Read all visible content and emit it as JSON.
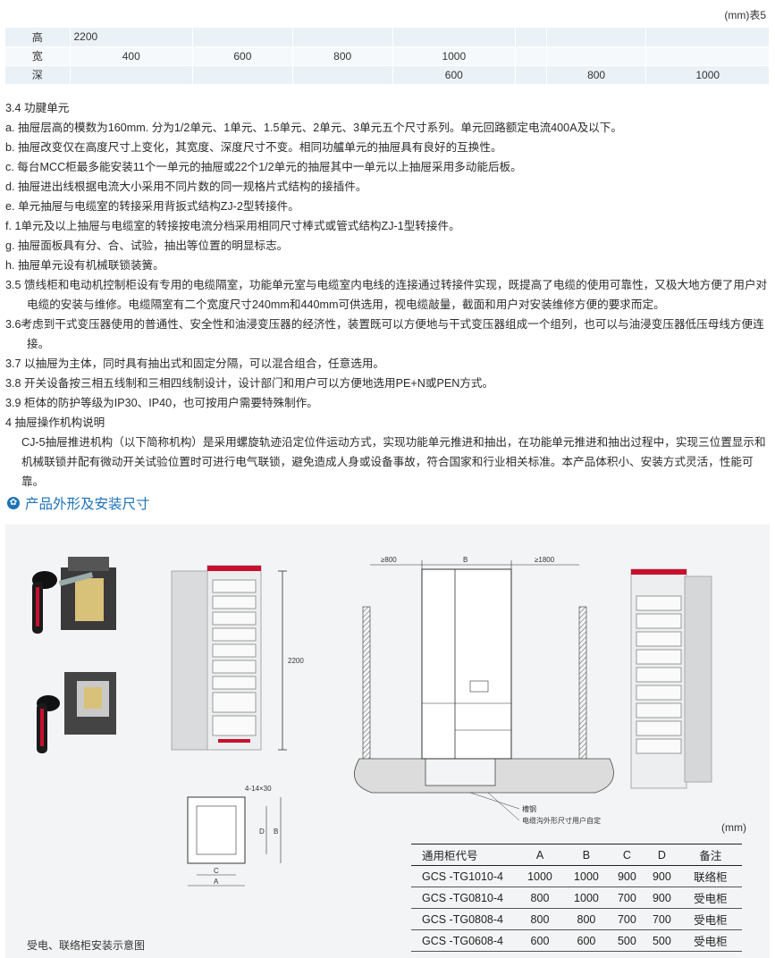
{
  "unit_note": "(mm)表5",
  "size_table": {
    "rows": [
      {
        "label": "高",
        "cells": [
          "2200",
          "",
          "",
          "",
          "",
          "",
          ""
        ]
      },
      {
        "label": "宽",
        "cells": [
          "400",
          "600",
          "800",
          "1000",
          "",
          "",
          ""
        ]
      },
      {
        "label": "深",
        "cells": [
          "",
          "",
          "",
          "600",
          "",
          "800",
          "1000"
        ]
      }
    ]
  },
  "paragraphs": [
    "3.4 功腱单元",
    "a. 抽屉层高的模数为160mm. 分为1/2单元、1单元、1.5单元、2单元、3单元五个尺寸系列。单元回路额定电流400A及以下。",
    "b. 抽屉改变仅在高度尺寸上变化，其宽度、深度尺寸不变。相同功艫单元的抽屉具有良好的互换性。",
    "c. 每台MCC柜最多能安装11个一单元的抽屉或22个1/2单元的抽屉其中一单元以上抽屉采用多动能后板。",
    "d. 抽屉进出线根据电流大小采用不同片数的同一规格片式结构的接插件。",
    "e. 单元抽屉与电缆室的转接采用背扳式结构ZJ-2型转接件。",
    "f. 1单元及以上抽屉与电缆室的转接按电流分档采用相同尺寸棒式或管式结构ZJ-1型转接件。",
    "g. 抽屉面板具有分、合、试验，抽出等位置的明显标志。",
    "h. 抽屉单元设有机械联锁装簧。",
    "3.5 馈线柜和电动机控制柜设有专用的电缆隔室，功能单元室与电缆室内电线的连接通过转接件实现，既提高了电缆的使用可靠性，又极大地方便了用户对电缆的安装与维修。电缆隔室有二个宽度尺寸240mm和440mm可供选用，视电缆敲量，截面和用户对安装维修方便的要求而定。",
    "3.6考虑到干式变压器使用的普通性、安全性和油浸变压器的经济性，装置既可以方便地与干式变压器组成一个组列，也可以与油浸变压器低压母线方便连接。",
    "3.7 以抽屉为主体，同时具有抽出式和固定分隔，可以混合组合，任意选用。",
    "3.8 开关设备按三相五线制和三相四线制设计，设计部门和用户可以方便地选用PE+N或PEN方式。",
    "3.9 柜体的防护等级为IP30、IP40，也可按用户需要特殊制作。",
    "4 抽屉操作机构说明",
    "CJ-5抽屉推进机构（以下简称机构）是采用螺旋轨迹沿定位件运动方式，实现功能单元推进和抽出，在功能单元推进和抽出过程中，实现三位置显示和机械联锁并配有微动开关试验位置时可进行电气联锁，避免造成人身或设备事故，符合国家和行业相关标准。本产品体积小、安装方式灵活，性能可靠。"
  ],
  "section_title": "产品外形及安装尺寸",
  "figure_labels": {
    "height_2200": "2200",
    "ge800": "≥800",
    "b": "B",
    "ge1800": "≥1800",
    "channel_steel": "槽钢",
    "cable_trench": "电缆沟外形尺寸用户自定",
    "holes": "4-14×30",
    "d": "D",
    "b2": "B",
    "c": "C",
    "a": "A"
  },
  "spec_unit": "(mm)",
  "spec_table": {
    "headers": [
      "通用柜代号",
      "A",
      "B",
      "C",
      "D",
      "备注"
    ],
    "rows": [
      [
        "GCS -TG1010-4",
        "1000",
        "1000",
        "900",
        "900",
        "联络柜"
      ],
      [
        "GCS -TG0810-4",
        "800",
        "1000",
        "700",
        "900",
        "受电柜"
      ],
      [
        "GCS -TG0808-4",
        "800",
        "800",
        "700",
        "700",
        "受电柜"
      ],
      [
        "GCS -TG0608-4",
        "600",
        "600",
        "500",
        "500",
        "受电柜"
      ]
    ]
  },
  "caption": "受电、联络柜安装示意图",
  "colors": {
    "accent": "#1e73b8",
    "table_band": "#eaf1f7",
    "panel_bg": "#f3f4f5",
    "handle_red": "#c8102e"
  },
  "icons": {
    "section_marker": "star-circle-icon"
  }
}
